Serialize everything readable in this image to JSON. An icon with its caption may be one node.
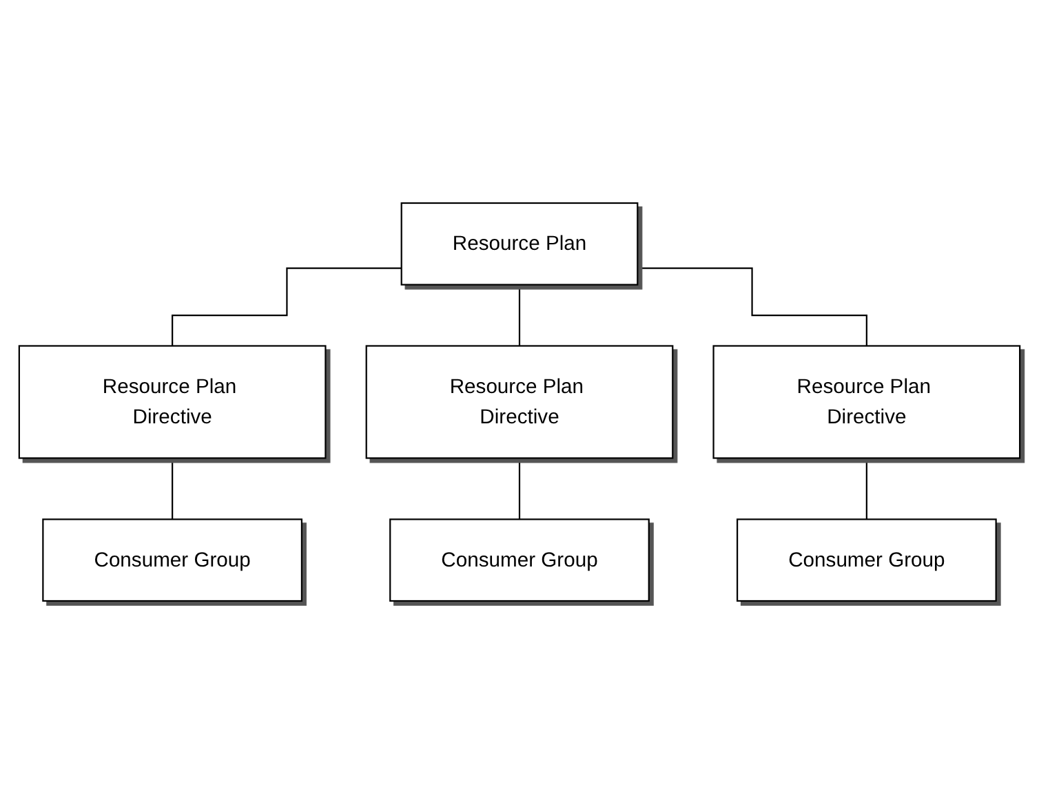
{
  "diagram": {
    "nodes": [
      {
        "text": [
          "Resource Plan"
        ]
      },
      {
        "text": [
          "Resource Plan Directive"
        ]
      },
      {
        "text": [
          "Resource Plan Directive"
        ]
      },
      {
        "text": [
          "Resource Plan Directive"
        ]
      },
      {
        "text": [
          "Consumer Group"
        ]
      },
      {
        "text": [
          "Consumer Group"
        ]
      },
      {
        "text": [
          "Consumer Group"
        ]
      }
    ],
    "edges": [
      {
        "from": 0,
        "to": 1,
        "arrow": "none"
      },
      {
        "from": 0,
        "to": 2,
        "arrow": "none"
      },
      {
        "from": 0,
        "to": 3,
        "arrow": "none"
      },
      {
        "from": 1,
        "to": 4,
        "arrow": "none"
      },
      {
        "from": 2,
        "to": 5,
        "arrow": "none"
      },
      {
        "from": 3,
        "to": 6,
        "arrow": "none"
      }
    ]
  }
}
